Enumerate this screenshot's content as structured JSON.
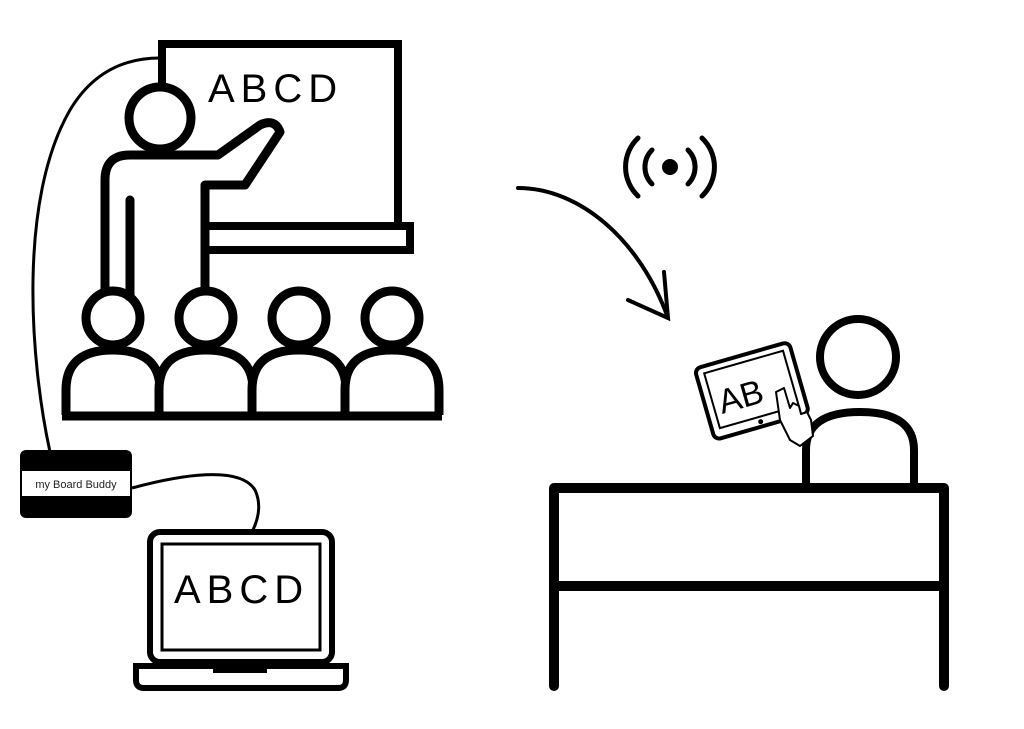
{
  "whiteboard": {
    "text": "ABCD"
  },
  "device": {
    "label": "my Board Buddy"
  },
  "laptop": {
    "screen_text": "ABCD"
  },
  "tablet": {
    "screen_text": "AB"
  },
  "icons": {
    "teacher": "teacher-icon",
    "students": "student-icon",
    "wireless": "wireless-signal-icon",
    "arrow": "curved-arrow-icon",
    "cursor": "hand-cursor-icon",
    "desk": "desk-icon"
  },
  "colors": {
    "stroke": "#000000",
    "background": "#ffffff"
  }
}
